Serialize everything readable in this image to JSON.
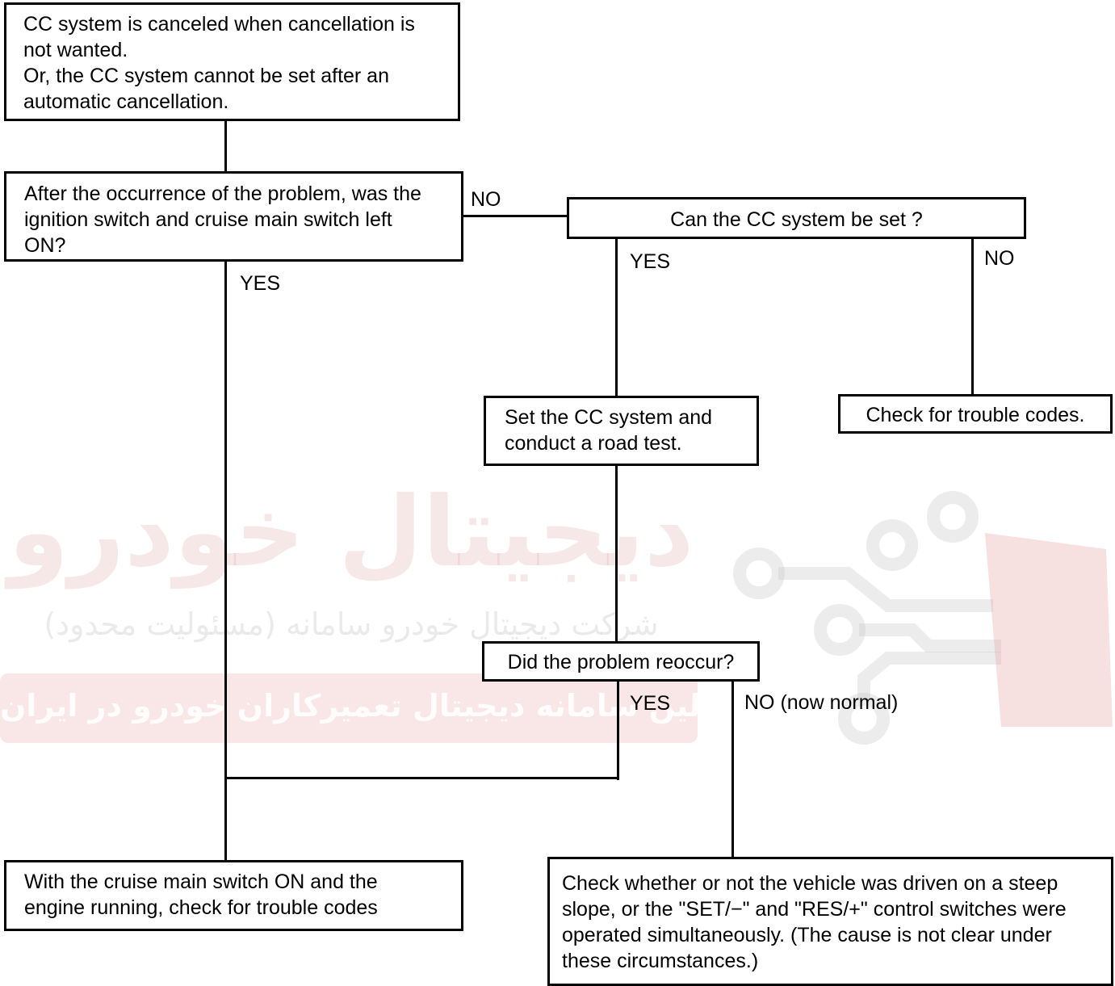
{
  "boxes": {
    "start": [
      "CC system is canceled when cancellation is",
      "not wanted.",
      "Or, the CC system cannot be set after an",
      "automatic cancellation."
    ],
    "q1": [
      "After the occurrence of the problem, was the",
      "ignition switch and cruise main switch left",
      "ON?"
    ],
    "q2": "Can the CC system be set ?",
    "set_test": [
      "Set the CC system and",
      "conduct a road test."
    ],
    "trouble_codes": "Check for trouble codes.",
    "q3": "Did the problem reoccur?",
    "check_cruise": [
      "With the cruise main switch ON and the",
      "engine running, check for trouble codes"
    ],
    "check_slope": [
      "Check whether or not the vehicle was driven on a steep",
      "slope, or the \"SET/−\" and \"RES/+\" control switches were",
      "operated simultaneously. (The cause is not clear under",
      "these circumstances.)"
    ]
  },
  "labels": {
    "q1_no": "NO",
    "q1_yes": "YES",
    "q2_yes": "YES",
    "q2_no": "NO",
    "q3_yes": "YES",
    "q3_no": "NO (now normal)"
  },
  "watermark": {
    "logo_text": "دیجیتال خودرو",
    "company_line": "شرکت دیجیتال خودرو سامانه (مسئولیت محدود)",
    "banner": "اولین سامانه دیجیتال تعمیرکاران خودرو در ایران",
    "color": "#e8a5a5"
  }
}
